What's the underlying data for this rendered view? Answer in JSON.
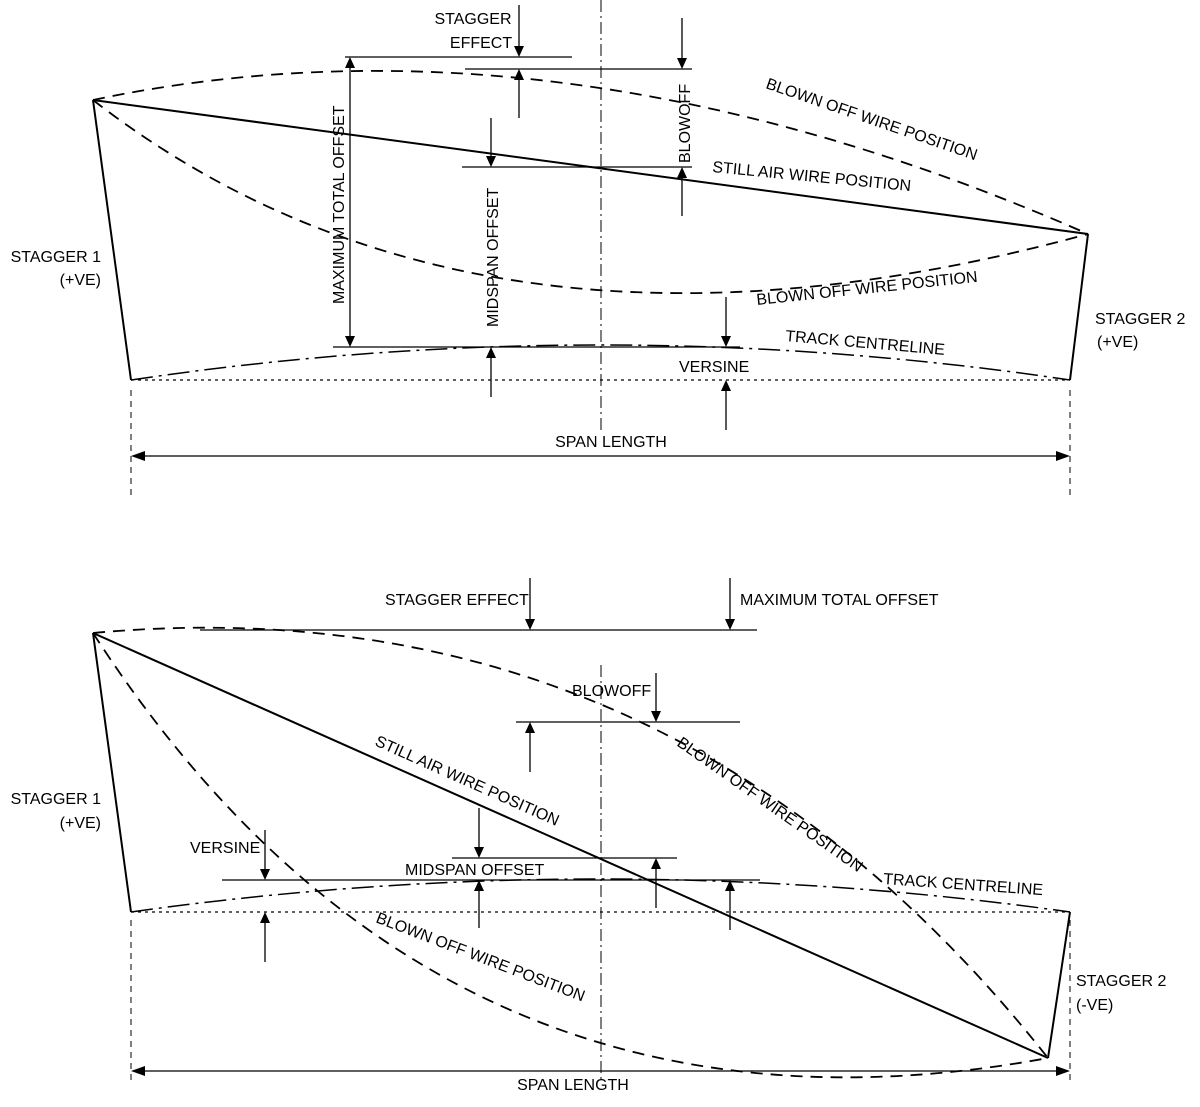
{
  "top": {
    "stagger_effect_1": "STAGGER",
    "stagger_effect_2": "EFFECT",
    "blowoff": "BLOWOFF",
    "max_total_offset": "MAXIMUM TOTAL OFFSET",
    "midspan_offset": "MIDSPAN OFFSET",
    "still_air": "STILL AIR WIRE POSITION",
    "blown_off_upper": "BLOWN OFF WIRE POSITION",
    "blown_off_lower": "BLOWN OFF WIRE POSITION",
    "track_centreline": "TRACK CENTRELINE",
    "versine": "VERSINE",
    "span_length": "SPAN LENGTH",
    "stagger1_line1": "STAGGER 1",
    "stagger1_line2": "(+VE)",
    "stagger2_line1": "STAGGER 2",
    "stagger2_line2": "(+VE)"
  },
  "bottom": {
    "stagger_effect": "STAGGER EFFECT",
    "max_total_offset": "MAXIMUM TOTAL OFFSET",
    "blowoff": "BLOWOFF",
    "still_air": "STILL AIR WIRE POSITION",
    "blown_off_upper": "BLOWN OFF WIRE POSITION",
    "blown_off_lower": "BLOWN OFF WIRE POSITION",
    "versine": "VERSINE",
    "midspan_offset": "MIDSPAN OFFSET",
    "track_centreline": "TRACK CENTRELINE",
    "span_length": "SPAN LENGTH",
    "stagger1_line1": "STAGGER 1",
    "stagger1_line2": "(+VE)",
    "stagger2_line1": "STAGGER 2",
    "stagger2_line2": "(-VE)"
  }
}
